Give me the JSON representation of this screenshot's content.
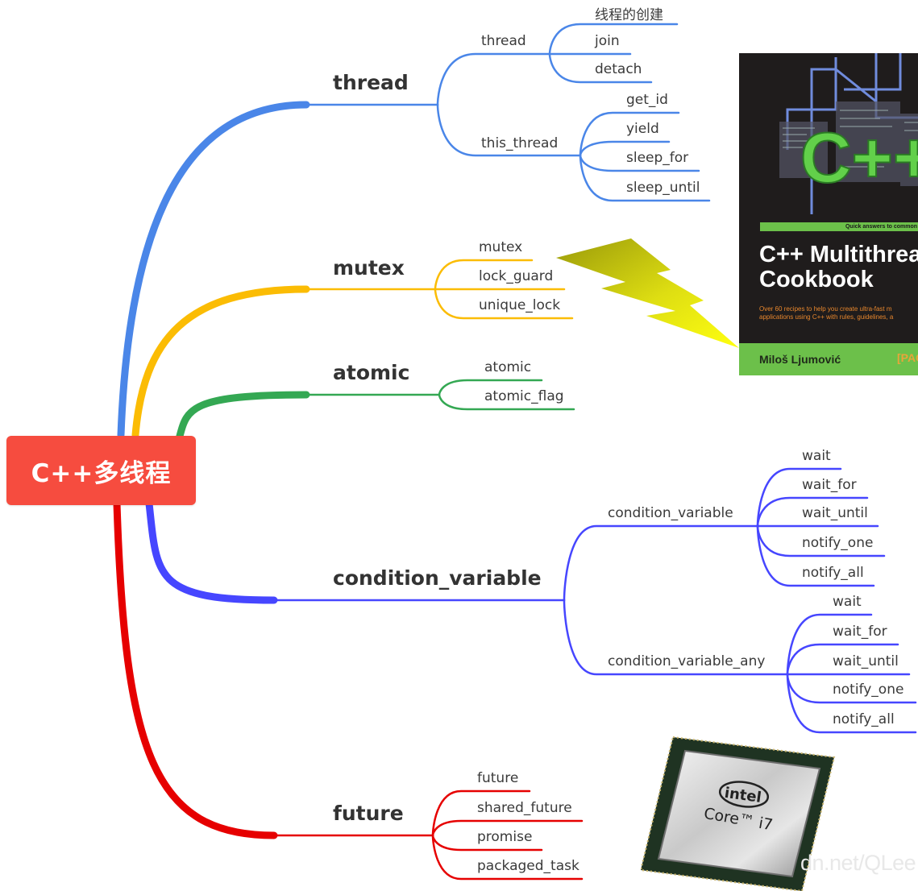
{
  "root": {
    "label": "C++多线程",
    "color": "#f64c3f"
  },
  "branches": [
    {
      "id": "thread",
      "label": "thread",
      "color": "#4a86e8",
      "subgroups": [
        {
          "label": "thread",
          "leaves": [
            "线程的创建",
            "join",
            "detach"
          ]
        },
        {
          "label": "this_thread",
          "leaves": [
            "get_id",
            "yield",
            "sleep_for",
            "sleep_until"
          ]
        }
      ]
    },
    {
      "id": "mutex",
      "label": "mutex",
      "color": "#fbbc04",
      "leaves": [
        "mutex",
        "lock_guard",
        "unique_lock"
      ]
    },
    {
      "id": "atomic",
      "label": "atomic",
      "color": "#34a853",
      "leaves": [
        "atomic",
        "atomic_flag"
      ]
    },
    {
      "id": "condition_variable",
      "label": "condition_variable",
      "color": "#4646ff",
      "subgroups": [
        {
          "label": "condition_variable",
          "leaves": [
            "wait",
            "wait_for",
            "wait_until",
            "notify_one",
            "notify_all"
          ]
        },
        {
          "label": "condition_variable_any",
          "leaves": [
            "wait",
            "wait_for",
            "wait_until",
            "notify_one",
            "notify_all"
          ]
        }
      ]
    },
    {
      "id": "future",
      "label": "future",
      "color": "#e60000",
      "leaves": [
        "future",
        "shared_future",
        "promise",
        "packaged_task"
      ]
    }
  ],
  "book": {
    "band_text": "Quick answers to common pr",
    "title_line1": "C++ Multithrea",
    "title_line2": "Cookbook",
    "desc_line1": "Over 60 recipes to help you create ultra-fast m",
    "desc_line2": "applications using C++ with rules, guidelines, a",
    "author": "Miloš Ljumović",
    "publisher": "[PAC",
    "art_text": "C++"
  },
  "cpu": {
    "brand": "intel",
    "model": "Core™ i7"
  },
  "watermark": "dn.net/QLee"
}
